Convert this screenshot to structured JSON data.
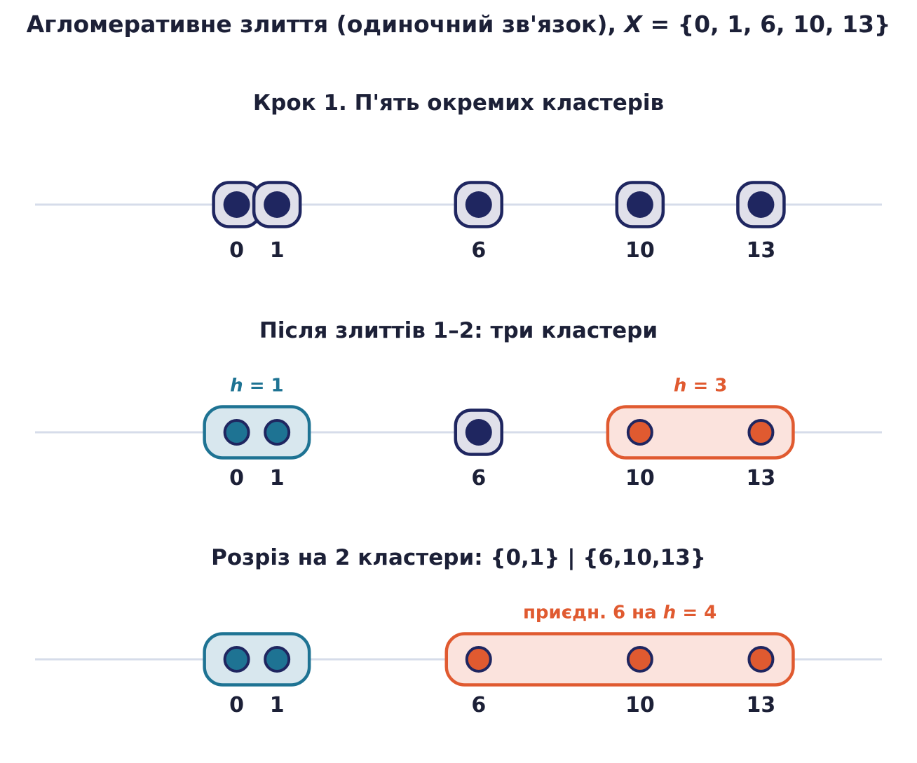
{
  "title": {
    "prefix": "Агломеративне злиття (одиночний зв'язок), ",
    "var": "X",
    "suffix": " = {0, 1, 6, 10, 13}"
  },
  "colors": {
    "navy": "#1f2660",
    "navy_fill": "#e0e0ea",
    "teal": "#1e7393",
    "teal_fill": "#d8e7ee",
    "orange": "#e05a30",
    "orange_fill": "#fbe3dd",
    "axis": "#d6dcea",
    "text": "#1c2037"
  },
  "axis_domain": [
    -5.0,
    16.0
  ],
  "panels": [
    {
      "title": "Крок 1. П'ять окремих кластерів",
      "points": [
        {
          "x": 0,
          "label": "0",
          "color": "navy"
        },
        {
          "x": 1,
          "label": "1",
          "color": "navy"
        },
        {
          "x": 6,
          "label": "6",
          "color": "navy"
        },
        {
          "x": 10,
          "label": "10",
          "color": "navy"
        },
        {
          "x": 13,
          "label": "13",
          "color": "navy"
        }
      ],
      "clusters": [
        {
          "members": [
            0
          ],
          "color": "navy"
        },
        {
          "members": [
            1
          ],
          "color": "navy"
        },
        {
          "members": [
            6
          ],
          "color": "navy"
        },
        {
          "members": [
            10
          ],
          "color": "navy"
        },
        {
          "members": [
            13
          ],
          "color": "navy"
        }
      ]
    },
    {
      "title": "Після злиттів 1–2: три кластери",
      "points": [
        {
          "x": 0,
          "label": "0",
          "color": "teal"
        },
        {
          "x": 1,
          "label": "1",
          "color": "teal"
        },
        {
          "x": 6,
          "label": "6",
          "color": "navy"
        },
        {
          "x": 10,
          "label": "10",
          "color": "orange"
        },
        {
          "x": 13,
          "label": "13",
          "color": "orange"
        }
      ],
      "clusters": [
        {
          "members": [
            0,
            1
          ],
          "color": "teal",
          "label_pre": "",
          "label_var": "h",
          "label_post": " = 1"
        },
        {
          "members": [
            6
          ],
          "color": "navy"
        },
        {
          "members": [
            10,
            13
          ],
          "color": "orange",
          "label_pre": "",
          "label_var": "h",
          "label_post": " = 3"
        }
      ]
    },
    {
      "title": "Розріз на 2 кластери:  {0,1}  |  {6,10,13}",
      "points": [
        {
          "x": 0,
          "label": "0",
          "color": "teal"
        },
        {
          "x": 1,
          "label": "1",
          "color": "teal"
        },
        {
          "x": 6,
          "label": "6",
          "color": "orange"
        },
        {
          "x": 10,
          "label": "10",
          "color": "orange"
        },
        {
          "x": 13,
          "label": "13",
          "color": "orange"
        }
      ],
      "clusters": [
        {
          "members": [
            0,
            1
          ],
          "color": "teal"
        },
        {
          "members": [
            6,
            10,
            13
          ],
          "color": "orange",
          "label_pre": "приєдн. 6 на ",
          "label_var": "h",
          "label_post": " = 4"
        }
      ]
    }
  ]
}
